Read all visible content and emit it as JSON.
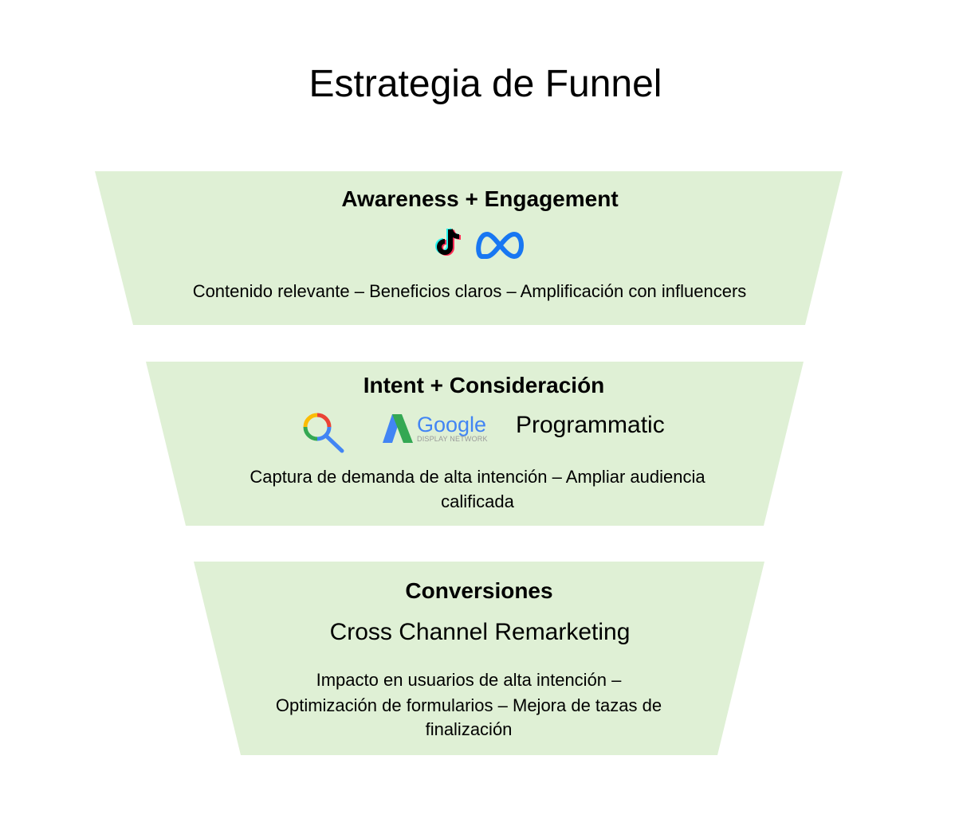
{
  "title": "Estrategia de Funnel",
  "fill_color": "#dff0d5",
  "stages": [
    {
      "heading": "Awareness + Engagement",
      "icons": [
        "tiktok-icon",
        "meta-icon"
      ],
      "description": "Contenido relevante – Beneficios claros – Amplificación con influencers"
    },
    {
      "heading": "Intent + Consideración",
      "icons": [
        "google-search-icon",
        "google-ads-icon"
      ],
      "google_logo": "Google",
      "google_sub": "DISPLAY NETWORK",
      "channel": "Programmatic",
      "description_lines": [
        "Captura de demanda de alta intención – Ampliar audiencia",
        "calificada"
      ]
    },
    {
      "heading": "Conversiones",
      "channel": "Cross Channel Remarketing",
      "description_lines": [
        "Impacto en usuarios de alta intención –",
        "Optimización de formularios – Mejora de tazas de",
        "finalización"
      ]
    }
  ]
}
